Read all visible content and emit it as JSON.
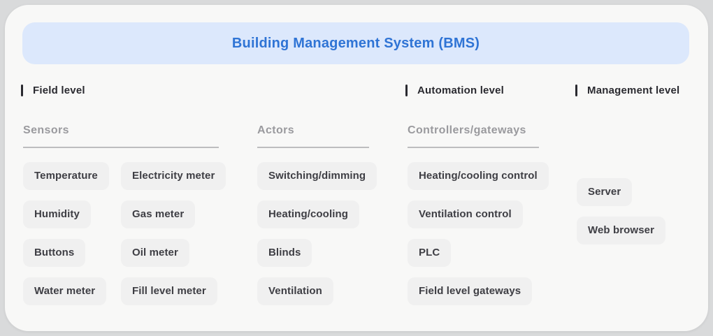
{
  "title": "Building Management System (BMS)",
  "colors": {
    "page_bg": "#d9dadb",
    "card_bg": "#f8f8f7",
    "banner_bg": "#dce8fc",
    "title_color": "#2f74d5",
    "level_text": "#2a2a30",
    "header_text": "#9a9a9e",
    "underline": "#bdbdbf",
    "chip_bg": "#f0f0f0",
    "chip_text": "#3e3e44"
  },
  "levels": [
    {
      "label": "Field level"
    },
    {
      "label": "Automation level"
    },
    {
      "label": "Management level"
    }
  ],
  "columns": [
    {
      "header": "Sensors",
      "items": [
        "Temperature",
        "Electricity meter",
        "Humidity",
        "Gas meter",
        "Buttons",
        "Oil meter",
        "Water meter",
        "Fill level meter"
      ]
    },
    {
      "header": "Actors",
      "items": [
        "Switching/dimming",
        "Heating/cooling",
        "Blinds",
        "Ventilation"
      ]
    },
    {
      "header": "Controllers/gateways",
      "items": [
        "Heating/cooling control",
        "Ventilation control",
        "PLC",
        "Field level gateways"
      ]
    },
    {
      "header": "",
      "items": [
        "Server",
        "Web browser"
      ]
    }
  ]
}
